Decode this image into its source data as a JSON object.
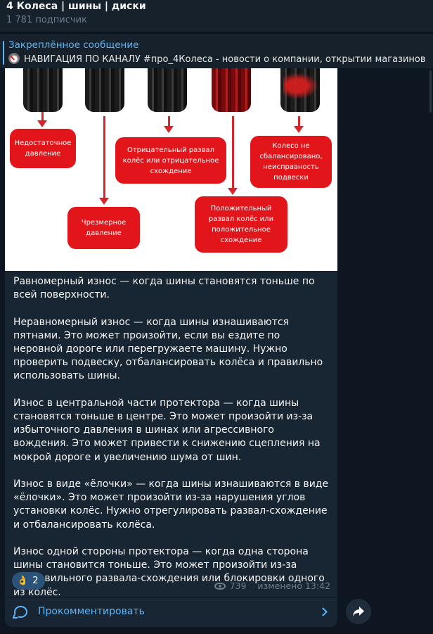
{
  "channel": {
    "title": "4 Колеса | шины | диски",
    "subscribers": "1 781 подписчик"
  },
  "pinned": {
    "label": "Закреплённое сообщение",
    "text": "НАВИГАЦИЯ ПО КАНАЛУ  #про_4Колеса - новости о компании, открытии магазинов"
  },
  "image": {
    "labels": [
      "Недостаточное давление",
      "Чрезмерное давление",
      "Отрицательный развал колёс или отрицательное схождение",
      "Положительный развал колёс или положительное схождение",
      "Колесо не сбалансировано, неисправность подвески"
    ]
  },
  "message": {
    "paragraphs": [
      "Равномерный износ — когда шины становятся тоньше по всей поверхности.",
      "Неравномерный износ — когда шины изнашиваются пятнами. Это может произойти, если вы ездите по неровной дороге или перегружаете машину. Нужно проверить подвеску, отбалансировать колёса и правильно использовать шины.",
      "Износ в центральной части протектора — когда шины становятся тоньше в центре. Это может произойти из-за избыточного давления в шинах или агрессивного вождения. Это может привести к снижению сцепления на мокрой дороге и увеличению шума от шин.",
      "Износ в виде «ёлочки» — когда шины изнашиваются в виде «ёлочки». Это может произойти из-за нарушения углов установки колёс. Нужно отрегулировать развал-схождение и отбалансировать колёса.",
      "Износ одной стороны протектора — когда одна сторона шины становится тоньше. Это может произойти из-за неправильного развала-схождения или блокировки одного из колёс."
    ],
    "reaction_emoji": "👌",
    "reaction_count": "2",
    "views": "739",
    "edited": "изменено 13:42",
    "comment_label": "Прокомментировать"
  },
  "icons": {
    "comment": "comment-bubble-icon",
    "chevron": "chevron-right-icon",
    "share": "share-arrow-icon",
    "views": "eye-icon"
  },
  "colors": {
    "accent": "#5eb5f7",
    "bubble": "#182533",
    "background": "#0e1621",
    "infographic_red": "#e2151b"
  }
}
